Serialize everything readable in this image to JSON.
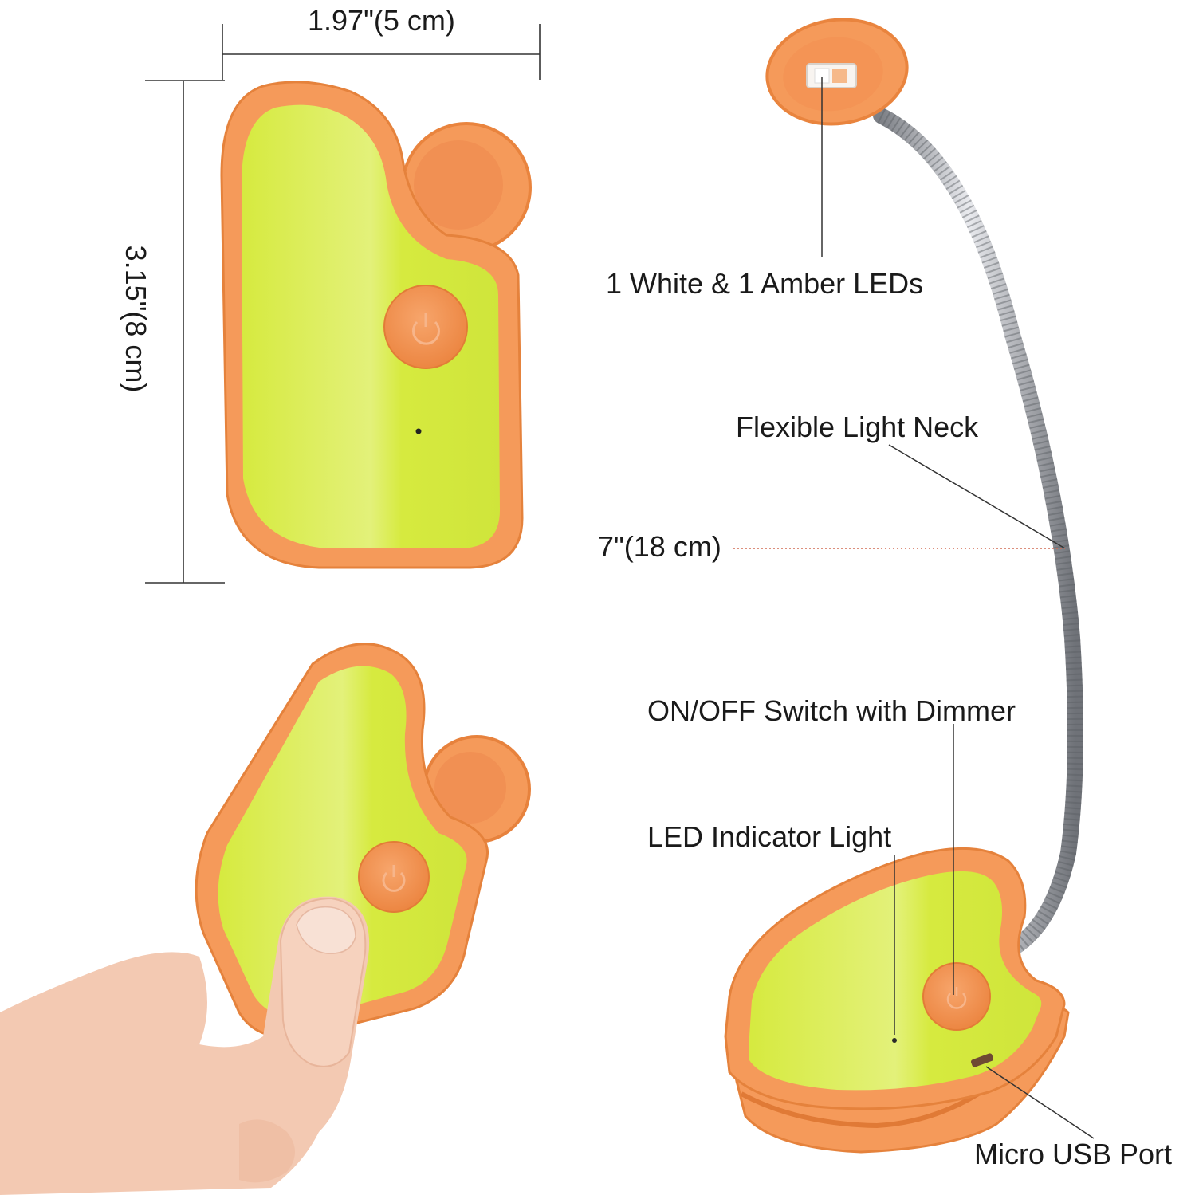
{
  "dimensions": {
    "width_label": "1.97\"(5 cm)",
    "height_label": "3.15\"(8 cm)",
    "neck_length_label": "7\"(18 cm)"
  },
  "callouts": {
    "leds": "1 White & 1 Amber LEDs",
    "neck": "Flexible Light Neck",
    "switch": "ON/OFF Switch with Dimmer",
    "indicator": "LED Indicator Light",
    "usb": "Micro USB Port"
  },
  "colors": {
    "body_orange": "#f59a5a",
    "orange_dark": "#ee8a45",
    "panel_green": "#d9ec47",
    "panel_green_light": "#e5f27a",
    "gooseneck_metal": "#b9bcc2",
    "skin": "#f2c7ae",
    "dimension_line": "#333333",
    "neck_dotted_line": "#d06a52"
  },
  "icons": {
    "power_button": "power-icon"
  }
}
